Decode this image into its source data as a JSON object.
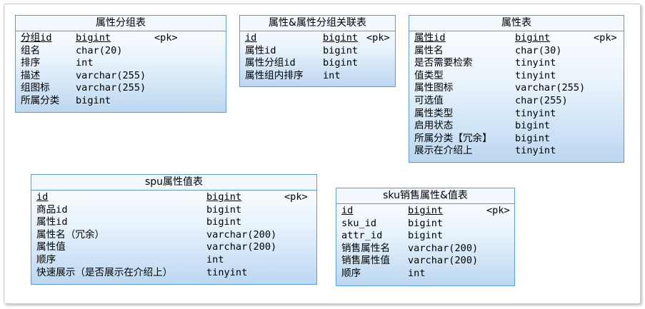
{
  "tables": [
    {
      "title": "属性分组表",
      "rows": [
        {
          "name": "分组id",
          "type": "bigint",
          "key": "<pk>"
        },
        {
          "name": "组名",
          "type": "char(20)",
          "key": ""
        },
        {
          "name": "排序",
          "type": "int",
          "key": ""
        },
        {
          "name": "描述",
          "type": "varchar(255)",
          "key": ""
        },
        {
          "name": "组图标",
          "type": "varchar(255)",
          "key": ""
        },
        {
          "name": "所属分类",
          "type": "bigint",
          "key": ""
        }
      ]
    },
    {
      "title": "属性&属性分组关联表",
      "rows": [
        {
          "name": "id",
          "type": "bigint",
          "key": "<pk>"
        },
        {
          "name": "属性id",
          "type": "bigint",
          "key": ""
        },
        {
          "name": "属性分组id",
          "type": "bigint",
          "key": ""
        },
        {
          "name": "属性组内排序",
          "type": "int",
          "key": ""
        }
      ]
    },
    {
      "title": "属性表",
      "rows": [
        {
          "name": "属性id",
          "type": "bigint",
          "key": "<pk>"
        },
        {
          "name": "属性名",
          "type": "char(30)",
          "key": ""
        },
        {
          "name": "是否需要检索",
          "type": "tinyint",
          "key": ""
        },
        {
          "name": "值类型",
          "type": "tinyint",
          "key": ""
        },
        {
          "name": "属性图标",
          "type": "varchar(255)",
          "key": ""
        },
        {
          "name": "可选值",
          "type": "char(255)",
          "key": ""
        },
        {
          "name": "属性类型",
          "type": "tinyint",
          "key": ""
        },
        {
          "name": "启用状态",
          "type": "bigint",
          "key": ""
        },
        {
          "name": "所属分类【冗余】",
          "type": "bigint",
          "key": ""
        },
        {
          "name": "展示在介绍上",
          "type": "tinyint",
          "key": ""
        }
      ]
    },
    {
      "title": "spu属性值表",
      "rows": [
        {
          "name": "id",
          "type": "bigint",
          "key": "<pk>"
        },
        {
          "name": "商品id",
          "type": "bigint",
          "key": ""
        },
        {
          "name": "属性id",
          "type": "bigint",
          "key": ""
        },
        {
          "name": "属性名（冗余）",
          "type": "varchar(200)",
          "key": ""
        },
        {
          "name": "属性值",
          "type": "varchar(200)",
          "key": ""
        },
        {
          "name": "顺序",
          "type": "int",
          "key": ""
        },
        {
          "name": "快速展示（是否展示在介绍上）",
          "type": "tinyint",
          "key": ""
        }
      ]
    },
    {
      "title": "sku销售属性&值表",
      "rows": [
        {
          "name": "id",
          "type": "bigint",
          "key": "<pk>"
        },
        {
          "name": "sku_id",
          "type": "bigint",
          "key": ""
        },
        {
          "name": "attr_id",
          "type": "bigint",
          "key": ""
        },
        {
          "name": "销售属性名",
          "type": "varchar(200)",
          "key": ""
        },
        {
          "name": "销售属性值",
          "type": "varchar(200)",
          "key": ""
        },
        {
          "name": "顺序",
          "type": "int",
          "key": ""
        }
      ]
    }
  ]
}
